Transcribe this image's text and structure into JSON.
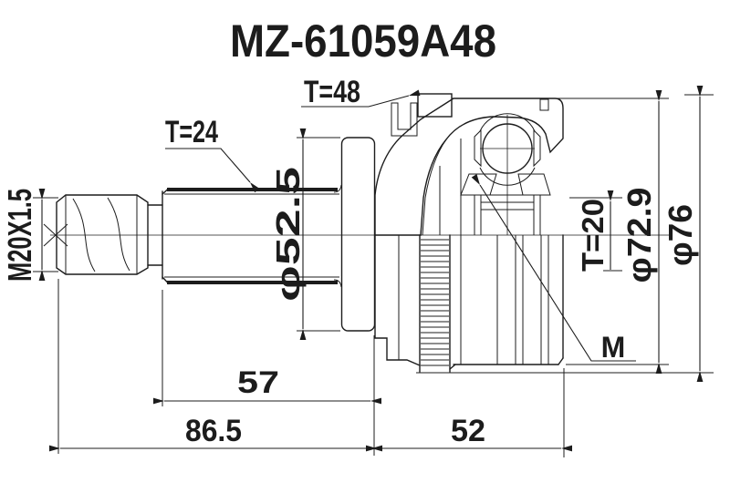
{
  "drawing": {
    "title": "MZ-61059A48",
    "dimensions": {
      "outer_spline_teeth": "T=48",
      "shaft_spline_teeth": "T=24",
      "thread_size": "M20X1.5",
      "boot_seat_diameter": "φ52.5",
      "inner_spline_teeth": "T=20",
      "body_diameter": "φ72.9",
      "abs_ring_diameter": "φ76",
      "marking": "M",
      "spline_length": "57",
      "shaft_length": "86.5",
      "housing_length": "52"
    },
    "colors": {
      "line": "#1c1c1c",
      "background": "#ffffff"
    }
  }
}
